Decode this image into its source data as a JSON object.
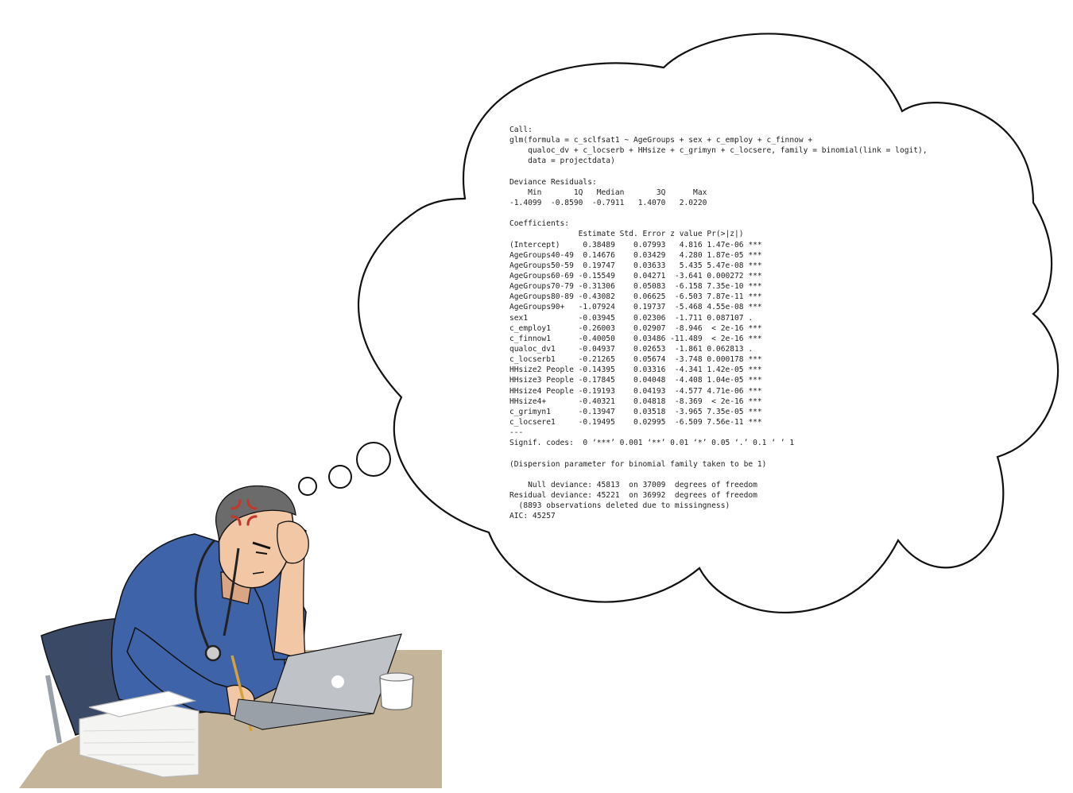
{
  "console_output": {
    "lines": [
      "Call:",
      "glm(formula = c_sclfsat1 ~ AgeGroups + sex + c_employ + c_finnow +",
      "    qualoc_dv + c_locserb + HHsize + c_grimyn + c_locsere, family = binomial(link = logit),",
      "    data = projectdata)",
      "",
      "Deviance Residuals:",
      "    Min       1Q   Median       3Q      Max",
      "-1.4099  -0.8590  -0.7911   1.4070   2.0220",
      "",
      "Coefficients:",
      "               Estimate Std. Error z value Pr(>|z|)",
      "(Intercept)     0.38489    0.07993   4.816 1.47e-06 ***",
      "AgeGroups40-49  0.14676    0.03429   4.280 1.87e-05 ***",
      "AgeGroups50-59  0.19747    0.03633   5.435 5.47e-08 ***",
      "AgeGroups60-69 -0.15549    0.04271  -3.641 0.000272 ***",
      "AgeGroups70-79 -0.31306    0.05083  -6.158 7.35e-10 ***",
      "AgeGroups80-89 -0.43082    0.06625  -6.503 7.87e-11 ***",
      "AgeGroups90+   -1.07924    0.19737  -5.468 4.55e-08 ***",
      "sex1           -0.03945    0.02306  -1.711 0.087107 .",
      "c_employ1      -0.26003    0.02907  -8.946  < 2e-16 ***",
      "c_finnow1      -0.40050    0.03486 -11.489  < 2e-16 ***",
      "qualoc_dv1     -0.04937    0.02653  -1.861 0.062813 .",
      "c_locserb1     -0.21265    0.05674  -3.748 0.000178 ***",
      "HHsize2 People -0.14395    0.03316  -4.341 1.42e-05 ***",
      "HHsize3 People -0.17845    0.04048  -4.408 1.04e-05 ***",
      "HHsize4 People -0.19193    0.04193  -4.577 4.71e-06 ***",
      "HHsize4+       -0.40321    0.04818  -8.369  < 2e-16 ***",
      "c_grimyn1      -0.13947    0.03518  -3.965 7.35e-05 ***",
      "c_locsere1     -0.19495    0.02995  -6.509 7.56e-11 ***",
      "---",
      "Signif. codes:  0 ‘***’ 0.001 ‘**’ 0.01 ‘*’ 0.05 ‘.’ 0.1 ‘ ’ 1",
      "",
      "(Dispersion parameter for binomial family taken to be 1)",
      "",
      "    Null deviance: 45813  on 37009  degrees of freedom",
      "Residual deviance: 45221  on 36992  degrees of freedom",
      "  (8893 observations deleted due to missingness)",
      "AIC: 45257"
    ]
  },
  "colors": {
    "background": "#ffffff",
    "outline": "#111111",
    "scrubs": "#3f63a8",
    "scrubs_shadow": "#2f4f8c",
    "skin": "#f2c7a5",
    "skin_shadow": "#d9a582",
    "hair": "#6b6b6b",
    "desk": "#c4b49a",
    "chair": "#3a4a66",
    "laptop": "#bfc3c8",
    "paper": "#f4f4f2",
    "anger_mark": "#c0392b"
  }
}
